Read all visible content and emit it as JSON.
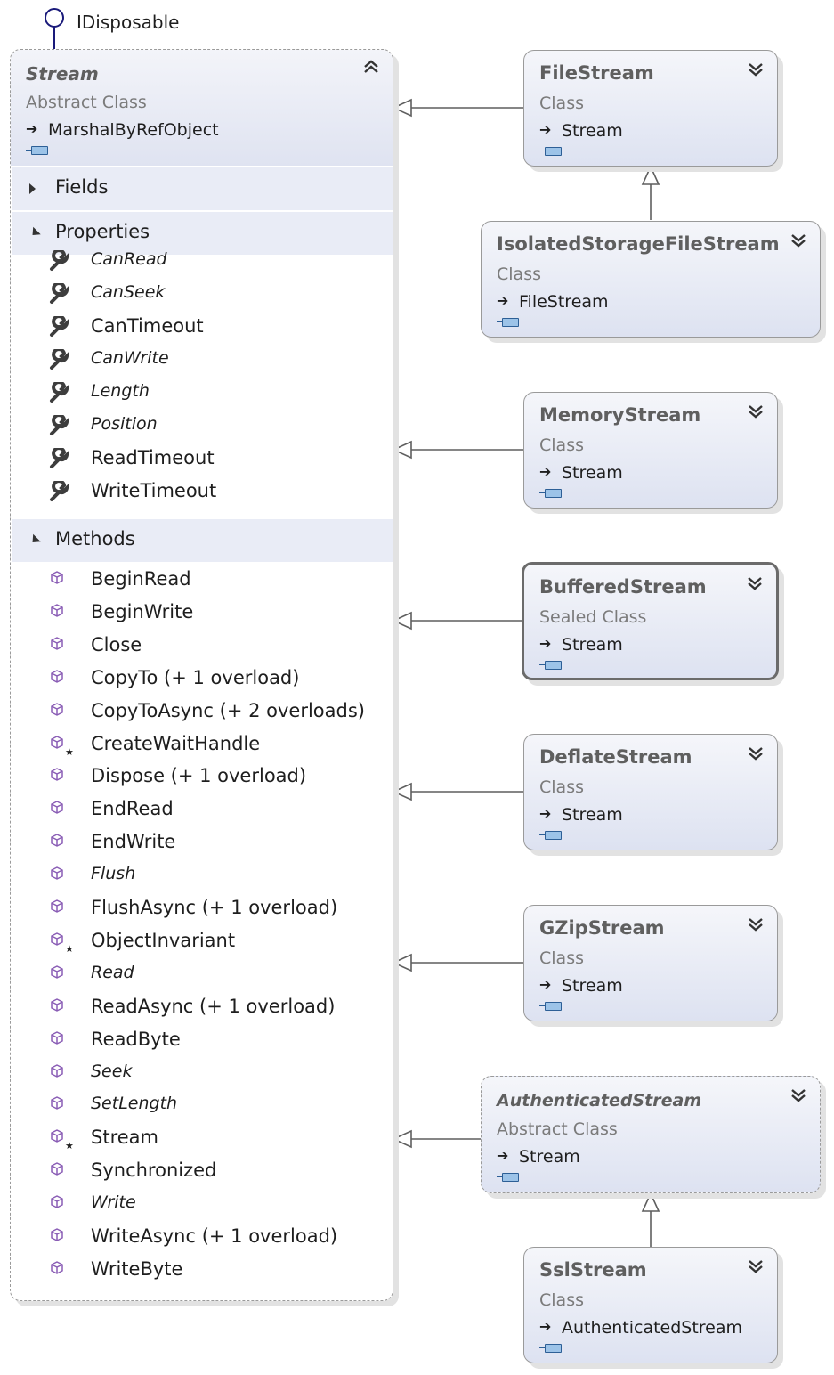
{
  "interface": {
    "name": "IDisposable"
  },
  "main_class": {
    "name": "Stream",
    "kind": "Abstract Class",
    "base": "MarshalByRefObject",
    "sections": {
      "fields": "Fields",
      "properties": "Properties",
      "methods": "Methods"
    },
    "properties": [
      {
        "name": "CanRead",
        "italic": true
      },
      {
        "name": "CanSeek",
        "italic": true
      },
      {
        "name": "CanTimeout",
        "italic": false
      },
      {
        "name": "CanWrite",
        "italic": true
      },
      {
        "name": "Length",
        "italic": true
      },
      {
        "name": "Position",
        "italic": true
      },
      {
        "name": "ReadTimeout",
        "italic": false
      },
      {
        "name": "WriteTimeout",
        "italic": false
      }
    ],
    "methods": [
      {
        "name": "BeginRead",
        "italic": false,
        "star": false
      },
      {
        "name": "BeginWrite",
        "italic": false,
        "star": false
      },
      {
        "name": "Close",
        "italic": false,
        "star": false
      },
      {
        "name": "CopyTo (+ 1 overload)",
        "italic": false,
        "star": false
      },
      {
        "name": "CopyToAsync (+ 2 overloads)",
        "italic": false,
        "star": false
      },
      {
        "name": "CreateWaitHandle",
        "italic": false,
        "star": true
      },
      {
        "name": "Dispose (+ 1 overload)",
        "italic": false,
        "star": false
      },
      {
        "name": "EndRead",
        "italic": false,
        "star": false
      },
      {
        "name": "EndWrite",
        "italic": false,
        "star": false
      },
      {
        "name": "Flush",
        "italic": true,
        "star": false
      },
      {
        "name": "FlushAsync (+ 1 overload)",
        "italic": false,
        "star": false
      },
      {
        "name": "ObjectInvariant",
        "italic": false,
        "star": true
      },
      {
        "name": "Read",
        "italic": true,
        "star": false
      },
      {
        "name": "ReadAsync (+ 1 overload)",
        "italic": false,
        "star": false
      },
      {
        "name": "ReadByte",
        "italic": false,
        "star": false
      },
      {
        "name": "Seek",
        "italic": true,
        "star": false
      },
      {
        "name": "SetLength",
        "italic": true,
        "star": false
      },
      {
        "name": "Stream",
        "italic": false,
        "star": true
      },
      {
        "name": "Synchronized",
        "italic": false,
        "star": false
      },
      {
        "name": "Write",
        "italic": true,
        "star": false
      },
      {
        "name": "WriteAsync (+ 1 overload)",
        "italic": false,
        "star": false
      },
      {
        "name": "WriteByte",
        "italic": false,
        "star": false
      }
    ]
  },
  "subclasses": [
    {
      "name": "FileStream",
      "kind": "Class",
      "base": "Stream"
    },
    {
      "name": "IsolatedStorageFileStream",
      "kind": "Class",
      "base": "FileStream"
    },
    {
      "name": "MemoryStream",
      "kind": "Class",
      "base": "Stream"
    },
    {
      "name": "BufferedStream",
      "kind": "Sealed Class",
      "base": "Stream"
    },
    {
      "name": "DeflateStream",
      "kind": "Class",
      "base": "Stream"
    },
    {
      "name": "GZipStream",
      "kind": "Class",
      "base": "Stream"
    },
    {
      "name": "AuthenticatedStream",
      "kind": "Abstract Class",
      "base": "Stream"
    },
    {
      "name": "SslStream",
      "kind": "Class",
      "base": "AuthenticatedStream"
    }
  ],
  "icons": {
    "property": "wrench-icon",
    "method": "cube-method-icon",
    "collapse": "double-chevron-up-icon",
    "expand": "double-chevron-down-icon",
    "inheritance": "arrow-right-icon",
    "lollipop": "interface-lollipop-icon"
  },
  "colors": {
    "header_gradient_top": "#f3f4f9",
    "header_gradient_bottom": "#dfe3f1",
    "section_band": "#e9ecf6",
    "method_icon": "#8a5db5",
    "lollipop": "#1a1a7a"
  }
}
